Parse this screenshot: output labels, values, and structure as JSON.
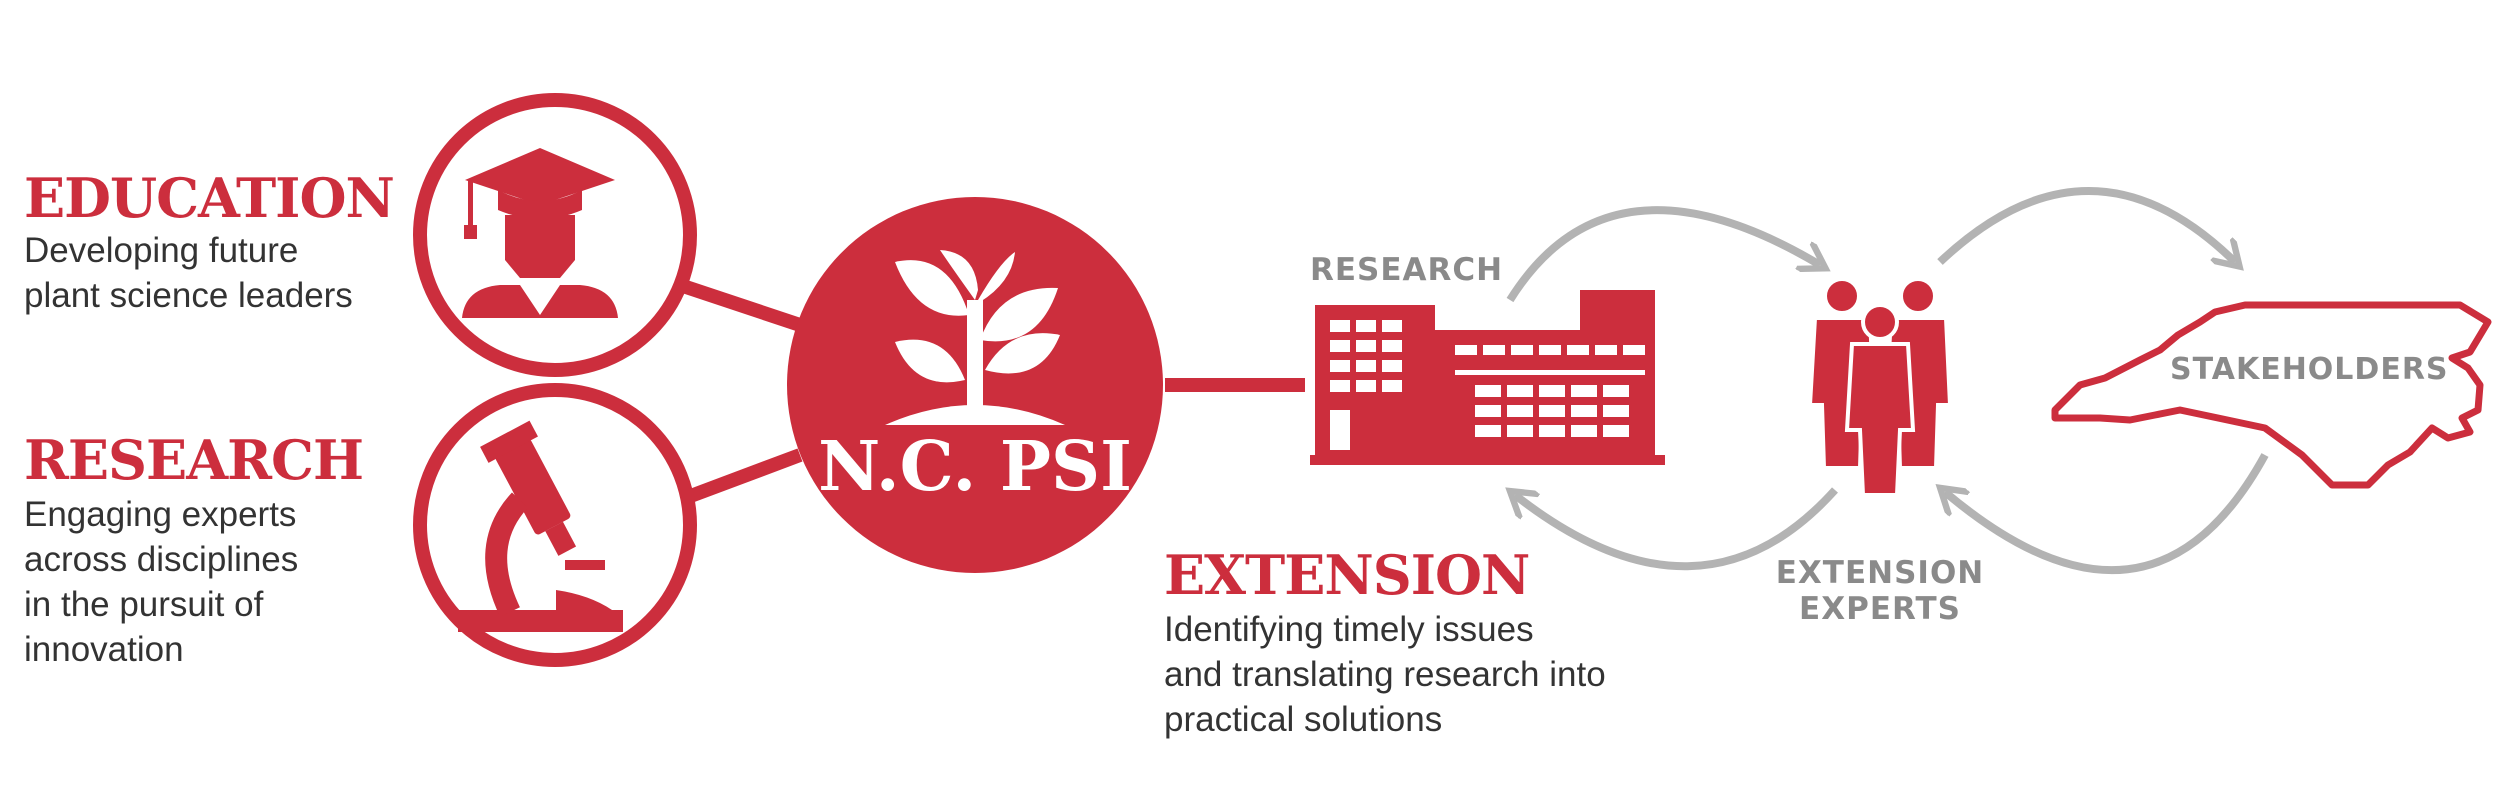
{
  "pillars": {
    "education": {
      "title": "EDUCATION",
      "lines": [
        "Developing future",
        "plant science leaders"
      ]
    },
    "research": {
      "title": "RESEARCH",
      "lines": [
        "Engaging experts",
        "across disciplines",
        "in the pursuit of",
        "innovation"
      ]
    },
    "extension": {
      "title": "EXTENSION",
      "lines": [
        "Identifying timely issues",
        "and translating research into",
        "practical solutions"
      ]
    }
  },
  "hub": {
    "label": "N.C. PSI"
  },
  "cycle": {
    "research_label": "RESEARCH",
    "experts_label_line1": "EXTENSION",
    "experts_label_line2": "EXPERTS",
    "stakeholders_label": "STAKEHOLDERS"
  },
  "colors": {
    "brand_red": "#cc2e3d",
    "arrow_gray": "#b3b3b3",
    "label_gray": "#8a8a8a",
    "text_dark": "#333333"
  },
  "icons": [
    "graduation-cap-icon",
    "microscope-icon",
    "sprout-icon",
    "building-icon",
    "people-group-icon",
    "north-carolina-map-icon"
  ]
}
